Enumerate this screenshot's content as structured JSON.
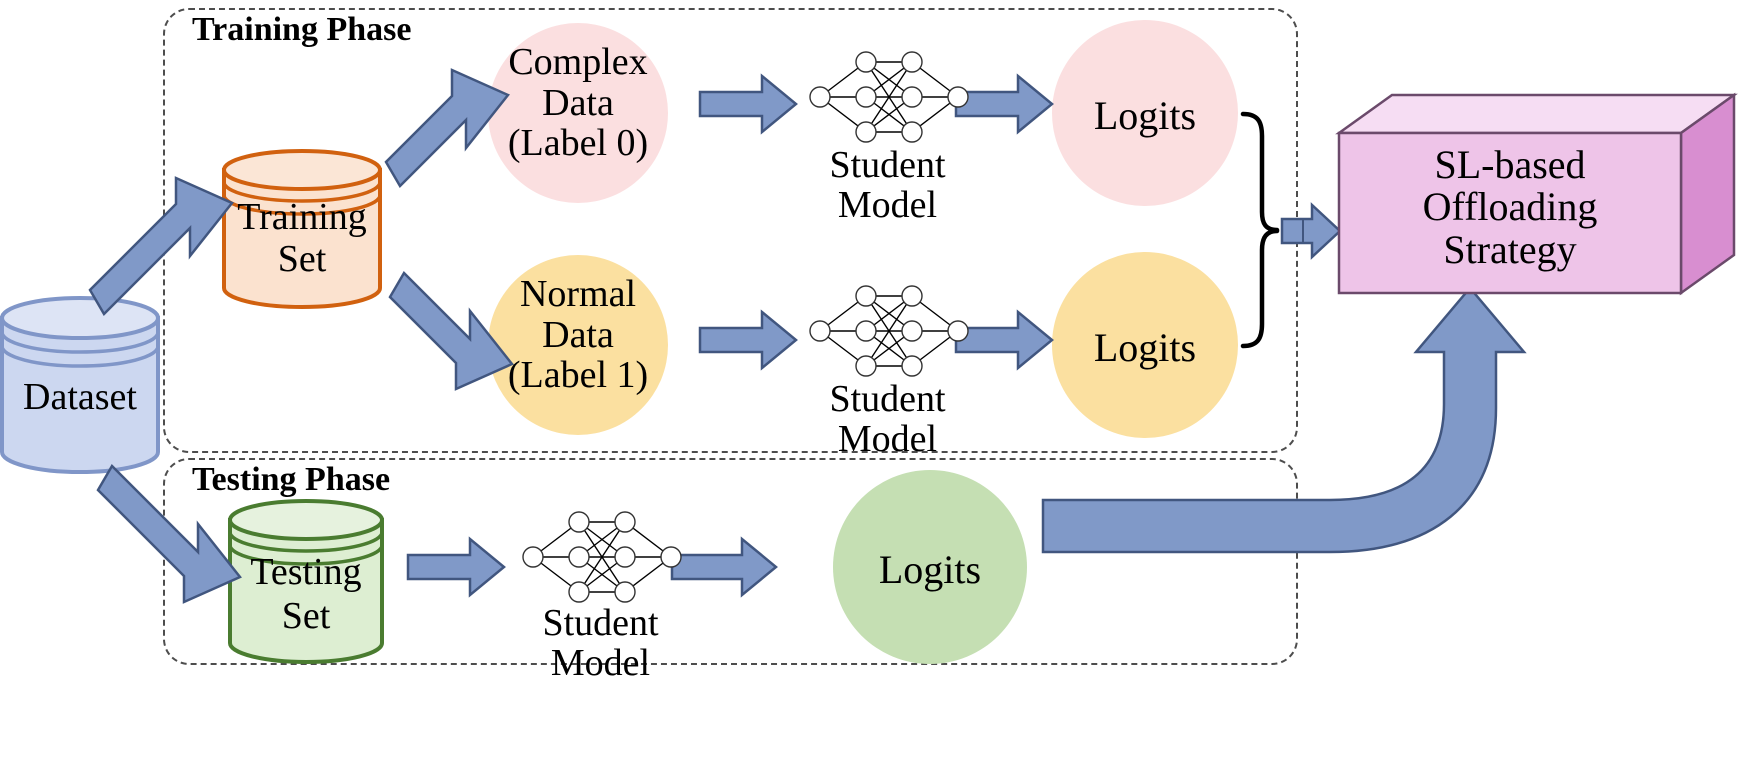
{
  "diagram": {
    "title_training": "Training Phase",
    "title_testing": "Testing Phase",
    "dataset": {
      "label": "Dataset",
      "color": "#ccd7f0",
      "border": "#8096c8"
    },
    "training_set": {
      "label_line1": "Training",
      "label_line2": "Set",
      "color": "#fbe2cf",
      "border": "#d1610f"
    },
    "testing_set": {
      "label_line1": "Testing",
      "label_line2": "Set",
      "color": "#ddeed2",
      "border": "#4a7c30"
    },
    "complex_data": {
      "line1": "Complex",
      "line2": "Data",
      "line3": "(Label 0)",
      "color": "#fbdfe0"
    },
    "normal_data": {
      "line1": "Normal",
      "line2": "Data",
      "line3": "(Label 1)",
      "color": "#fbe0a0"
    },
    "student_model_top": {
      "line1": "Student",
      "line2": "Model"
    },
    "student_model_mid": {
      "line1": "Student",
      "line2": "Model"
    },
    "student_model_bottom": {
      "line1": "Student",
      "line2": "Model"
    },
    "logits_top": {
      "label": "Logits",
      "color": "#fbdfe0"
    },
    "logits_mid": {
      "label": "Logits",
      "color": "#fbe0a0"
    },
    "logits_bottom": {
      "label": "Logits",
      "color": "#c5dfb3"
    },
    "strategy_box": {
      "line1": "SL-based",
      "line2": "Offloading",
      "line3": "Strategy",
      "front": "#eec4e8",
      "top": "#f6ddf3",
      "side": "#d88ed0",
      "border": "#6b4a6b"
    },
    "arrow_color": "#8099c8",
    "arrow_border": "#41567f",
    "brace_color": "#000000",
    "dash_color": "#4d4d4d"
  }
}
